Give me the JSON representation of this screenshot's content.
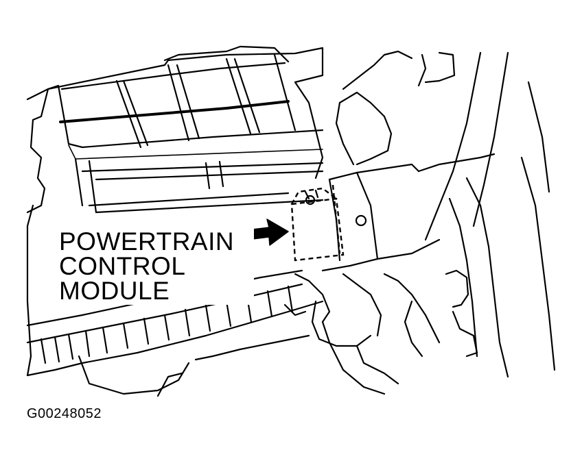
{
  "callout": {
    "line1": "POWERTRAIN",
    "line2": "CONTROL",
    "line3": "MODULE"
  },
  "figure_id": "G00248052",
  "icons": {
    "pointer": "arrow-right-icon"
  }
}
